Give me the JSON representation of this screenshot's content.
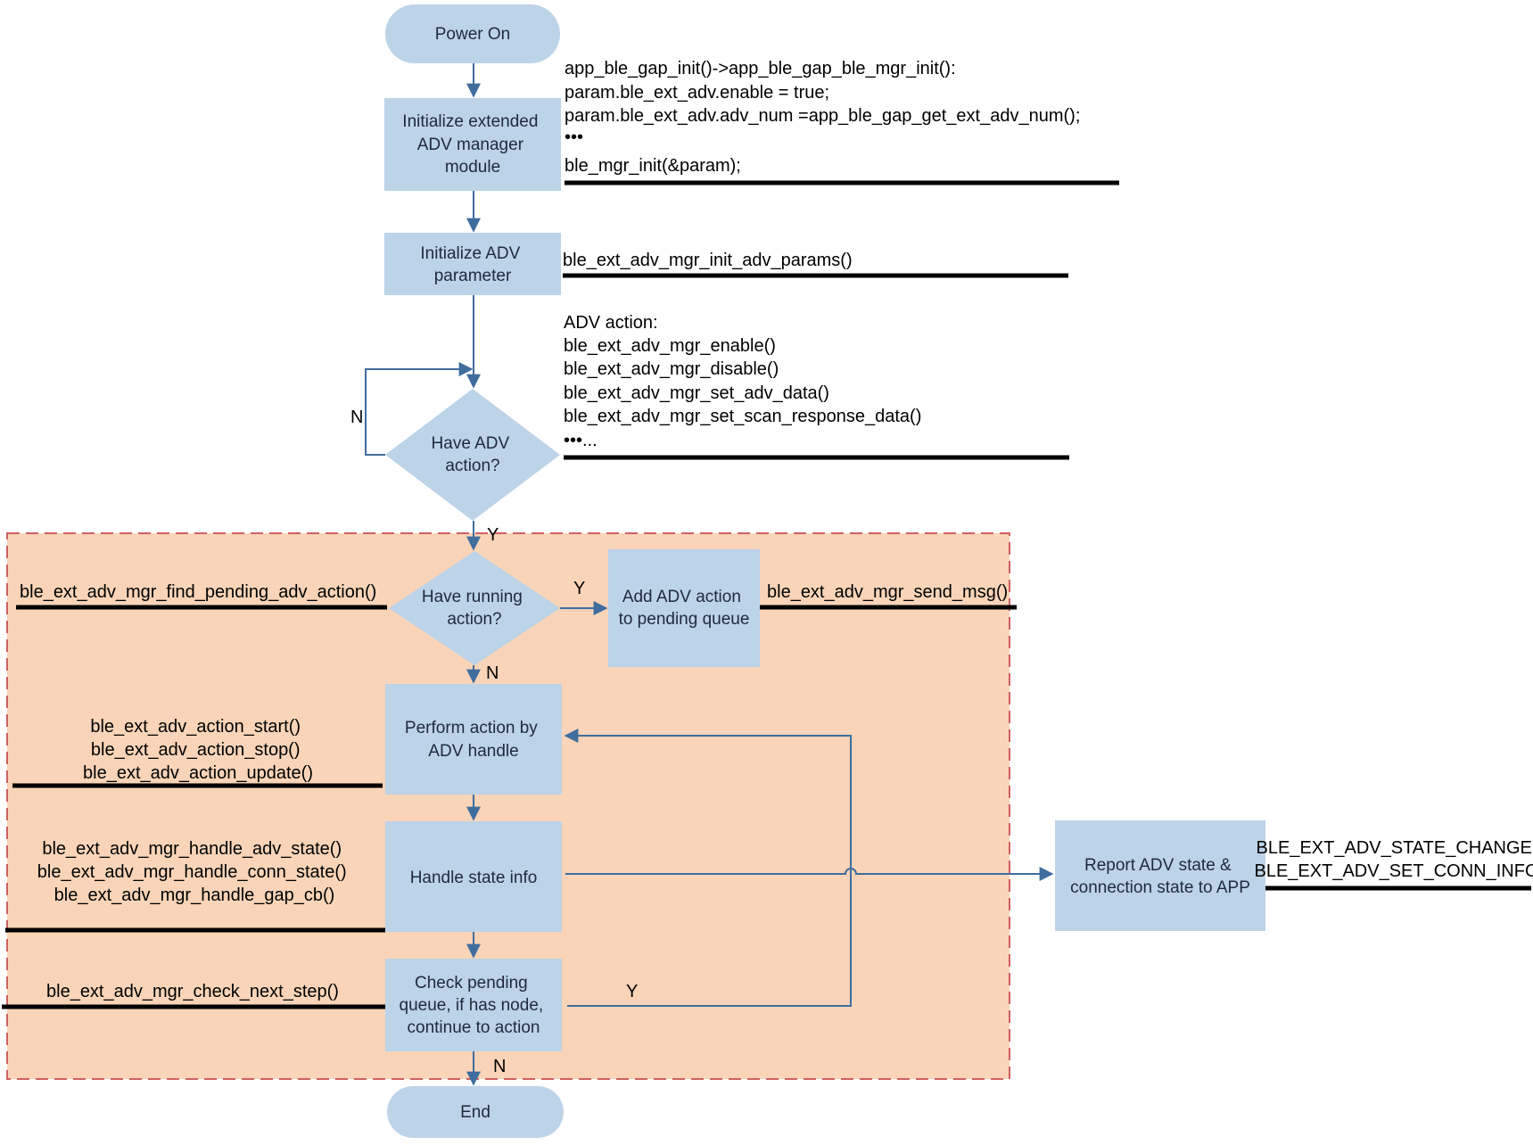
{
  "colors": {
    "node_fill": "#bdd3e8",
    "region_fill": "#f9d4b8",
    "region_border": "#d06060",
    "flow_line": "#3f6d9e",
    "text": "#000000"
  },
  "nodes": {
    "power_on": "Power On",
    "init_manager": [
      "Initialize extended",
      "ADV manager",
      "module"
    ],
    "init_param": [
      "Initialize ADV",
      "parameter"
    ],
    "have_adv_action": [
      "Have ADV",
      "action?"
    ],
    "have_running_action": [
      "Have running",
      "action?"
    ],
    "add_pending": [
      "Add ADV action",
      "to pending queue"
    ],
    "perform_action": [
      "Perform action by",
      "ADV handle"
    ],
    "handle_state": "Handle state info",
    "check_pending": [
      "Check pending",
      "queue, if has node,",
      "continue to action"
    ],
    "report_state": [
      "Report ADV state &",
      "connection state to APP"
    ],
    "end": "End"
  },
  "edge_labels": {
    "adv_action_no": "N",
    "adv_action_yes": "Y",
    "running_yes": "Y",
    "running_no": "N",
    "next_yes": "Y",
    "next_no": "N"
  },
  "notes": {
    "init_manager_code": [
      "app_ble_gap_init()->app_ble_gap_ble_mgr_init():",
      "param.ble_ext_adv.enable = true;",
      "param.ble_ext_adv.adv_num =app_ble_gap_get_ext_adv_num();",
      "•••",
      "ble_mgr_init(&param);"
    ],
    "init_param_code": "ble_ext_adv_mgr_init_adv_params()",
    "adv_action_code": [
      "ADV action:",
      "ble_ext_adv_mgr_enable()",
      "ble_ext_adv_mgr_disable()",
      "ble_ext_adv_mgr_set_adv_data()",
      "ble_ext_adv_mgr_set_scan_response_data()",
      "•••..."
    ],
    "find_pending_code": "ble_ext_adv_mgr_find_pending_adv_action()",
    "send_msg_code": "ble_ext_adv_mgr_send_msg()",
    "perform_code": [
      "ble_ext_adv_action_start()",
      "ble_ext_adv_action_stop()",
      "ble_ext_adv_action_update()"
    ],
    "handle_state_code": [
      "ble_ext_adv_mgr_handle_adv_state()",
      "ble_ext_adv_mgr_handle_conn_state()",
      "ble_ext_adv_mgr_handle_gap_cb()"
    ],
    "check_next_code": "ble_ext_adv_mgr_check_next_step()",
    "report_events": [
      "BLE_EXT_ADV_STATE_CHANGE",
      "BLE_EXT_ADV_SET_CONN_INFO"
    ]
  }
}
